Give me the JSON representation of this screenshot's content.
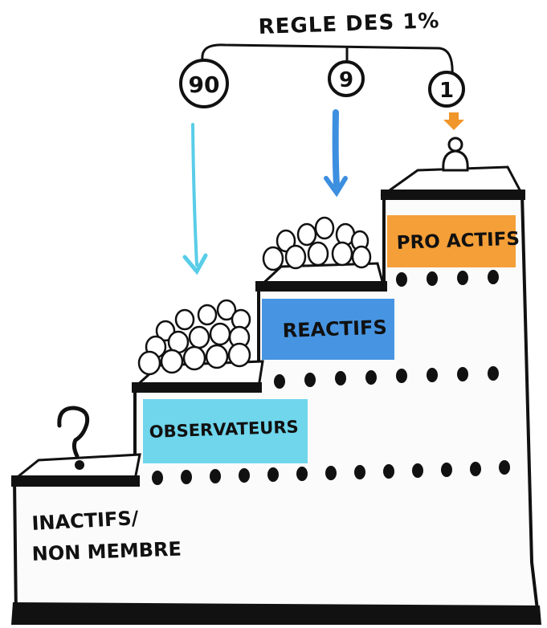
{
  "title": "REGLE DES 1%",
  "ratios": [
    {
      "value": "90",
      "arrow_color": "#58cde8"
    },
    {
      "value": "9",
      "arrow_color": "#3d8fe0"
    },
    {
      "value": "1",
      "arrow_color": "#f0962a"
    }
  ],
  "levels": [
    {
      "label": "INACTIFS/",
      "label2": "NON MEMBRE",
      "icon": "question-mark-icon",
      "highlight": ""
    },
    {
      "label": "OBSERVATEURS",
      "icon": "crowd-icon",
      "highlight": "#5fd1ea"
    },
    {
      "label": "REACTIFS",
      "icon": "crowd-icon",
      "highlight": "#3d8fe0"
    },
    {
      "label": "PRO ACTIFS",
      "icon": "person-icon",
      "highlight": "#f39a2c"
    }
  ]
}
